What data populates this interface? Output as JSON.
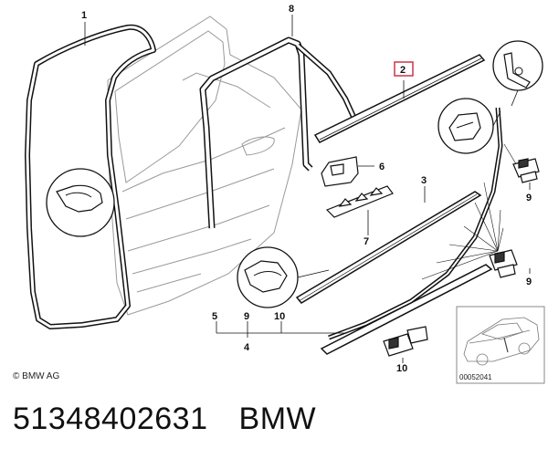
{
  "diagram": {
    "callouts": {
      "c1": "1",
      "c2": "2",
      "c3": "3",
      "c4": "4",
      "c5": "5",
      "c6": "6",
      "c7": "7",
      "c8": "8",
      "c9_top": "9",
      "c9_bottom": "9",
      "c10_top": "10",
      "c10_bottom": "10"
    },
    "copyright": "© BMW AG",
    "reference_number": "00052041"
  },
  "caption": {
    "part_number": "51348402631",
    "brand": "BMW"
  },
  "colors": {
    "highlight_box": "#d0344a",
    "line": "#111111",
    "door_outline": "#9a9a9a"
  }
}
